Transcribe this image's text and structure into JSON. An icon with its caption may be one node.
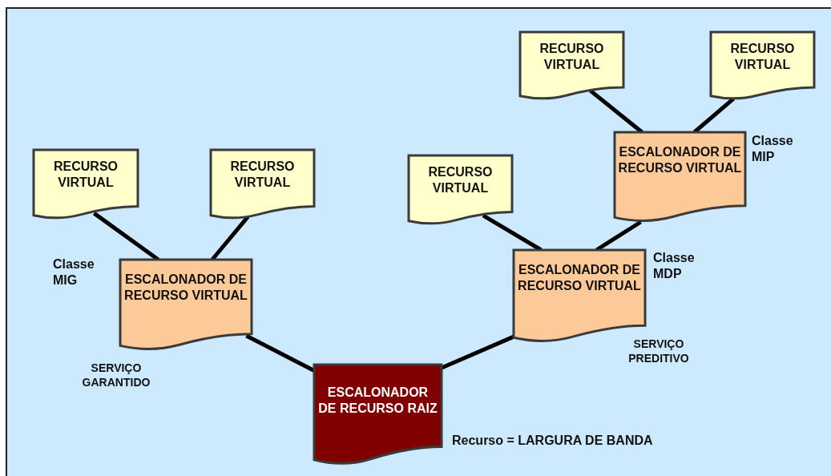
{
  "diagram": {
    "nodes": [
      {
        "text": [
          "ESCALONADOR DE RECURSO RAIZ"
        ]
      },
      {
        "text": [
          "ESCALONADOR DE RECURSO VIRTUAL"
        ],
        "beside": [
          "Classe MIG",
          "SERVIÇO GARANTIDO"
        ]
      },
      {
        "text": [
          "RECURSO VIRTUAL"
        ]
      },
      {
        "text": [
          "RECURSO VIRTUAL"
        ]
      },
      {
        "text": [
          "ESCALONADOR DE RECURSO VIRTUAL"
        ],
        "beside": [
          "Classe MDP",
          "SERVIÇO PREDITIVO"
        ]
      },
      {
        "text": [
          "RECURSO VIRTUAL"
        ]
      },
      {
        "text": [
          "ESCALONADOR DE RECURSO VIRTUAL"
        ],
        "beside": [
          "Classe MIP"
        ]
      },
      {
        "text": [
          "RECURSO VIRTUAL"
        ]
      },
      {
        "text": [
          "RECURSO VIRTUAL"
        ]
      }
    ],
    "edges": [
      {
        "from": 0,
        "to": 1,
        "arrow": "none"
      },
      {
        "from": 1,
        "to": 2,
        "arrow": "none"
      },
      {
        "from": 1,
        "to": 3,
        "arrow": "none"
      },
      {
        "from": 0,
        "to": 4,
        "arrow": "none"
      },
      {
        "from": 4,
        "to": 5,
        "arrow": "none"
      },
      {
        "from": 4,
        "to": 6,
        "arrow": "none"
      },
      {
        "from": 6,
        "to": 7,
        "arrow": "none"
      },
      {
        "from": 6,
        "to": 8,
        "arrow": "none"
      }
    ],
    "labels": [
      "Recurso = LARGURA DE BANDA"
    ]
  }
}
